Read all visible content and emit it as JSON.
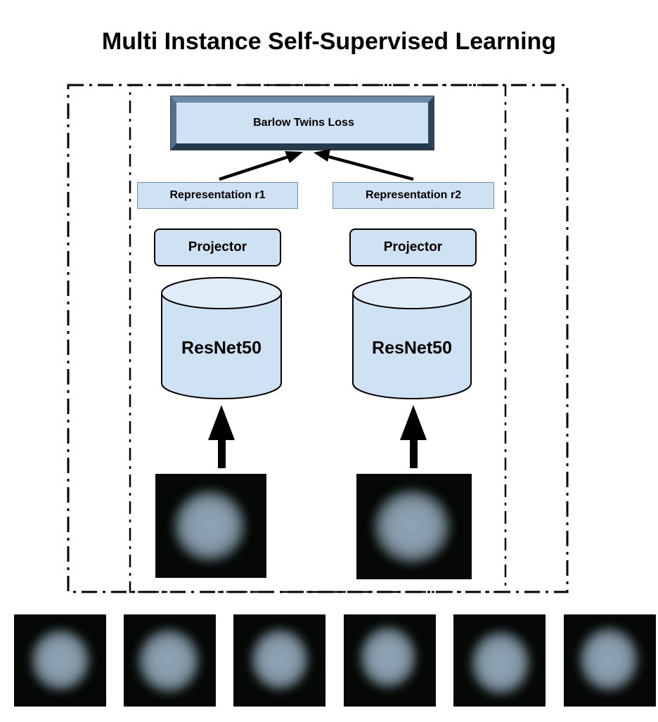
{
  "title": "Multi Instance Self-Supervised Learning",
  "loss": {
    "label": "Barlow Twins Loss"
  },
  "branches": [
    {
      "representation": "Representation r1",
      "projector": "Projector",
      "encoder": "ResNet50"
    },
    {
      "representation": "Representation r2",
      "projector": "Projector",
      "encoder": "ResNet50"
    }
  ],
  "colors": {
    "box_fill": "#cfe2f3",
    "cylinder_top": "#e0ecf8",
    "outline": "#000000",
    "cell_glow": "#9fb2c4",
    "background_tile": "#050805"
  },
  "bag_instances": 6
}
